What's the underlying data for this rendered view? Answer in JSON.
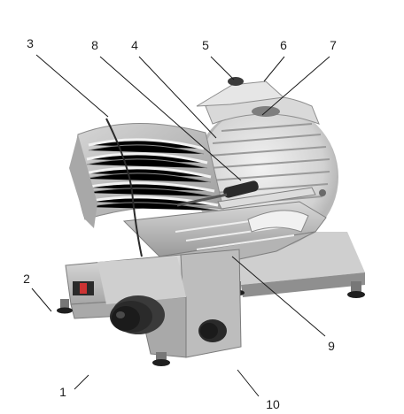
{
  "callouts": [
    "1",
    "2",
    "3",
    "4",
    "5",
    "6",
    "7",
    "8",
    "9",
    "10"
  ],
  "colors": {
    "metal_light": "#e4e4e4",
    "metal_mid": "#c3c3c3",
    "metal_dark": "#8e8e8e",
    "knob": "#2a2a2a",
    "leader": "#1a1a1a"
  },
  "icons": {
    "on_off_switch": "switch-icon",
    "control_knobs": "knob-icon"
  }
}
